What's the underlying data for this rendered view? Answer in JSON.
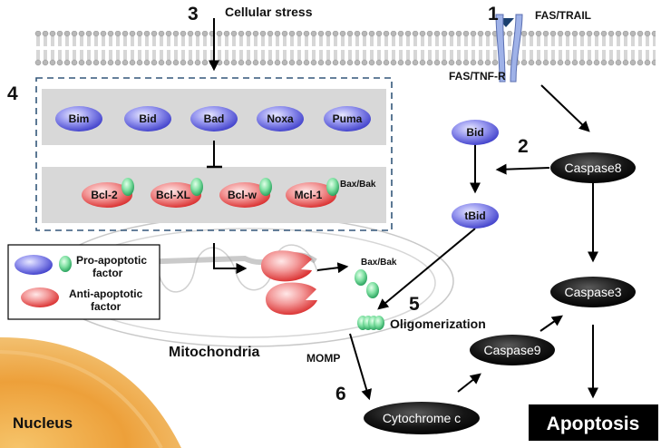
{
  "steps": {
    "s1": "1",
    "s2": "2",
    "s3": "3",
    "s4": "4",
    "s5": "5",
    "s6": "6"
  },
  "labels": {
    "cellular_stress": "Cellular stress",
    "fas_trail": "FAS/TRAIL",
    "fas_tnfr": "FAS/TNF-R",
    "bax_bak_top": "Bax/Bak",
    "bax_bak_mito": "Bax/Bak",
    "oligomerization": "Oligomerization",
    "mitochondria": "Mitochondria",
    "momp": "MOMP",
    "nucleus": "Nucleus"
  },
  "pro_apoptotic": [
    "Bim",
    "Bid",
    "Bad",
    "Noxa",
    "Puma"
  ],
  "anti_apoptotic": [
    "Bcl-2",
    "Bcl-XL",
    "Bcl-w",
    "Mcl-1"
  ],
  "pathway": {
    "bid": "Bid",
    "tbid": "tBid",
    "caspase8": "Caspase8",
    "caspase3": "Caspase3",
    "caspase9": "Caspase9",
    "cytochrome_c": "Cytochrome c",
    "apoptosis": "Apoptosis"
  },
  "legend": {
    "pro_line1": "Pro-apoptotic",
    "pro_line2": "factor",
    "anti_line1": "Anti-apoptotic",
    "anti_line2": "factor"
  },
  "colors": {
    "pro": "#5a5ad8",
    "anti": "#e84a4a",
    "green": "#2db56a",
    "receptor": "#8fa3e0",
    "box_gray": "#d8d8d8",
    "dashed_border": "#33577a",
    "nucleus": "#e8912a"
  }
}
